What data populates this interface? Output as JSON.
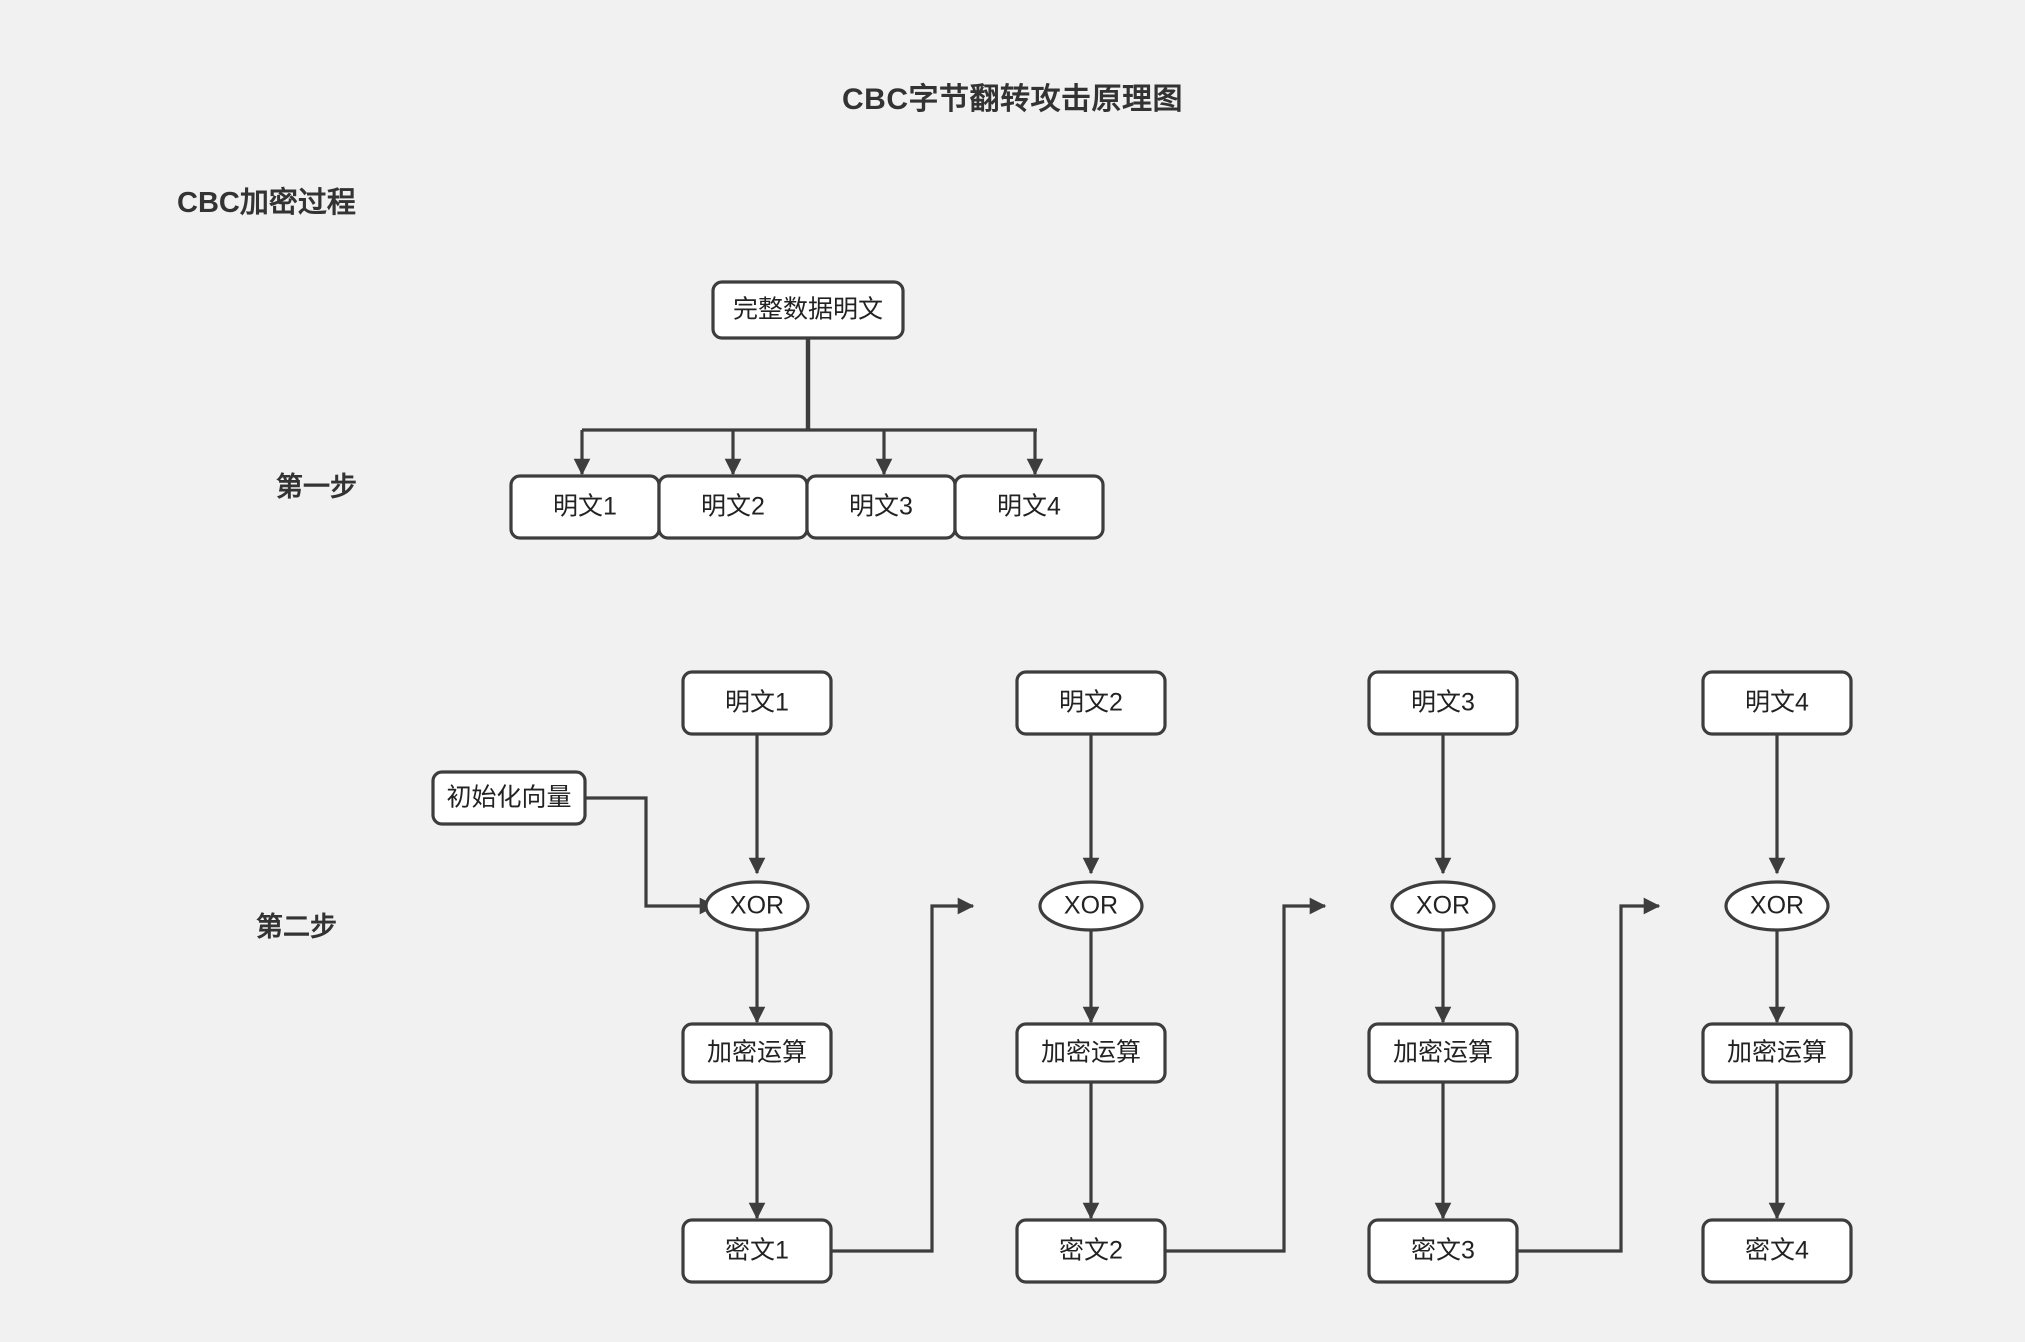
{
  "page": {
    "title": "CBC字节翻转攻击原理图",
    "background_color": "#f1f1f1",
    "stroke_color": "#3d3d3d",
    "node_fill_color": "#ffffff",
    "text_color": "#333333"
  },
  "section": {
    "title": "CBC加密过程"
  },
  "steps": [
    {
      "label": "第一步"
    },
    {
      "label": "第二步"
    }
  ],
  "step1": {
    "source_node": {
      "label": "完整数据明文"
    },
    "blocks": [
      {
        "label": "明文1"
      },
      {
        "label": "明文2"
      },
      {
        "label": "明文3"
      },
      {
        "label": "明文4"
      }
    ]
  },
  "step2": {
    "iv_node": {
      "label": "初始化向量"
    },
    "xor_label": "XOR",
    "encrypt_label": "加密运算",
    "columns": [
      {
        "plaintext": "明文1",
        "xor": "XOR",
        "encrypt": "加密运算",
        "ciphertext": "密文1"
      },
      {
        "plaintext": "明文2",
        "xor": "XOR",
        "encrypt": "加密运算",
        "ciphertext": "密文2"
      },
      {
        "plaintext": "明文3",
        "xor": "XOR",
        "encrypt": "加密运算",
        "ciphertext": "密文3"
      },
      {
        "plaintext": "明文4",
        "xor": "XOR",
        "encrypt": "加密运算",
        "ciphertext": "密文4"
      }
    ]
  }
}
